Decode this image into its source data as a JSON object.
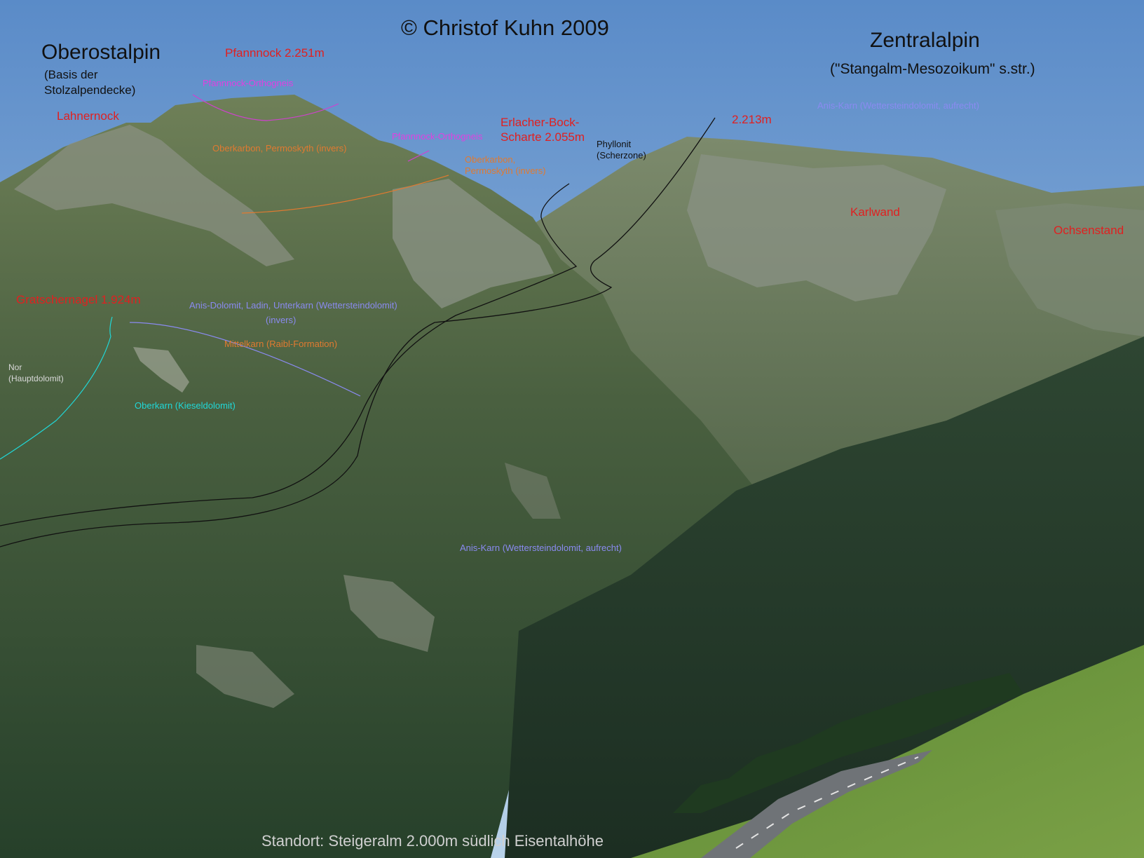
{
  "copyright": "© Christof Kuhn 2009",
  "left_unit": {
    "title": "Oberostalpin",
    "subtitle_line1": "(Basis der",
    "subtitle_line2": "Stolzalpendecke)"
  },
  "right_unit": {
    "title": "Zentralalpin",
    "subtitle": "(\"Stangalm-Mesozoikum\" s.str.)"
  },
  "peaks": {
    "pfannnock": "Pfannnock 2.251m",
    "lahnernock": "Lahnernock",
    "erlacher_line1": "Erlacher-Bock-",
    "erlacher_line2": "Scharte 2.055m",
    "summit_2213": "2.213m",
    "karlwand": "Karlwand",
    "ochsenstand": "Ochsenstand",
    "gratschernagel": "Gratschernagel 1.924m"
  },
  "formations": {
    "pfannnock_orthogneis_1": "Pfannnock-Orthogneis",
    "pfannnock_orthogneis_2": "Pfannnock-Orthogneis",
    "oberkarbon_1": "Oberkarbon, Permoskyth (invers)",
    "oberkarbon_2_line1": "Oberkarbon,",
    "oberkarbon_2_line2": "Permoskyth (invers)",
    "phyllonit_line1": "Phyllonit",
    "phyllonit_line2": "(Scherzone)",
    "anis_karn_right": "Anis-Karn (Wettersteindolomit, aufrecht)",
    "anis_dolomit_line1": "Anis-Dolomit, Ladin, Unterkarn (Wettersteindolomit)",
    "anis_dolomit_line2": "(invers)",
    "mittelkarn": "Mittelkarn (Raibl-Formation)",
    "nor_line1": "Nor",
    "nor_line2": "(Hauptdolomit)",
    "oberkarn": "Oberkarn (Kieseldolomit)",
    "anis_karn_center": "Anis-Karn (Wettersteindolomit, aufrecht)"
  },
  "footer": "Standort:  Steigeralm 2.000m südlich Eisentalhöhe",
  "colors": {
    "sky_top": "#5a8bc8",
    "sky_bottom": "#b8d2ea",
    "forest": "#2e4a30",
    "rock": "#8c9488",
    "meadow": "#6a8a3a",
    "label_red": "#e02020",
    "label_pink": "#e040e0",
    "label_orange": "#e07a30",
    "label_blue": "#8a8af0",
    "label_cyan": "#20d8d8"
  }
}
